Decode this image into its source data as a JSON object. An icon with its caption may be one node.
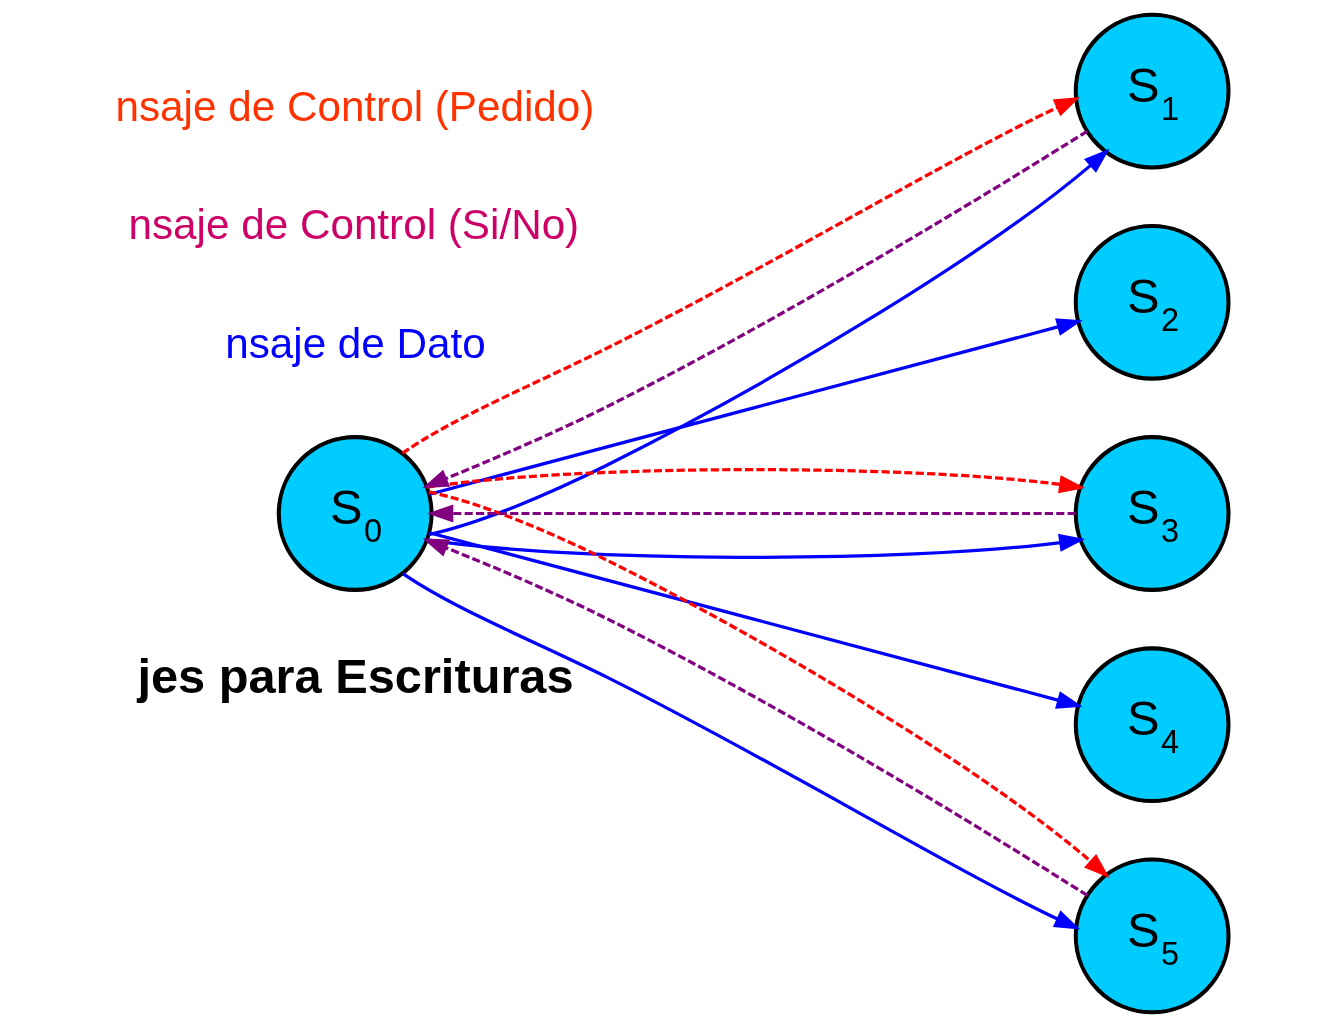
{
  "diagram": {
    "nodes": [
      {
        "text": [
          "S$_{0}$"
        ]
      },
      {
        "text": [
          "S$_{1}$"
        ]
      },
      {
        "text": [
          "S$_{2}$"
        ]
      },
      {
        "text": [
          "S$_{3}$"
        ]
      },
      {
        "text": [
          "S$_{4}$"
        ]
      },
      {
        "text": [
          "S$_{5}$"
        ]
      }
    ],
    "edges": [
      {
        "from": 0,
        "to": 1,
        "arrow": "to"
      },
      {
        "from": 1,
        "to": 0,
        "arrow": "to",
        "style": "dashed",
        "color": "#800080"
      },
      {
        "from": 0,
        "to": 1,
        "arrow": "to",
        "style": "dashed",
        "color": "#ff0000"
      },
      {
        "from": 0,
        "to": 2,
        "arrow": "to"
      },
      {
        "from": 0,
        "to": 3,
        "arrow": "to"
      },
      {
        "from": 3,
        "to": 0,
        "arrow": "to",
        "style": "dashed",
        "color": "#800080"
      },
      {
        "from": 0,
        "to": 3,
        "arrow": "to",
        "style": "dashed",
        "color": "#ff0000"
      },
      {
        "from": 0,
        "to": 4,
        "arrow": "to"
      },
      {
        "from": 0,
        "to": 5,
        "arrow": "to"
      },
      {
        "from": 5,
        "to": 0,
        "arrow": "to",
        "style": "dashed",
        "color": "#800080"
      },
      {
        "from": 0,
        "to": 5,
        "arrow": "to",
        "style": "dashed",
        "color": "#ff0000"
      }
    ],
    "labels": [
      "jes para Escrituras"
    ],
    "legend": [
      {
        "text": "nsaje de Control (Pedido)",
        "color": "#ff3300"
      },
      {
        "text": "nsaje de Control (Si/No)",
        "color": "#cc0066"
      },
      {
        "text": "nsaje de Dato",
        "color": "#0000ff"
      }
    ]
  }
}
